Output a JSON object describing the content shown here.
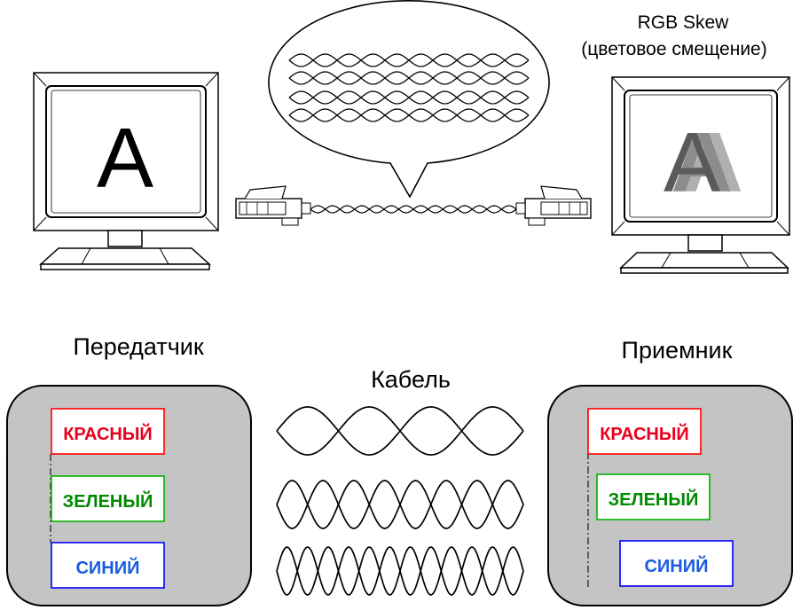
{
  "monitor_left": {
    "letter": "A"
  },
  "monitor_right": {
    "letter": "A",
    "title_line1": "RGB Skew",
    "title_line2": "(цветовое смещение)"
  },
  "labels": {
    "transmitter": "Передатчик",
    "cable": "Кабель",
    "receiver": "Приемник"
  },
  "signals": {
    "red": "КРАСНЫЙ",
    "green": "ЗЕЛЕНЫЙ",
    "blue": "СИНИЙ"
  },
  "colors": {
    "red": "#ff0000",
    "green": "#009900",
    "blue": "#0000ff",
    "red_text": "#e8001c",
    "green_text": "#008a00",
    "blue_text": "#1a5be0",
    "box_fill": "#c4c4c4",
    "skew_gray_dark": "#5a5a5a",
    "skew_gray_mid": "#8c8c8c",
    "skew_gray_light": "#b0b0b0"
  }
}
